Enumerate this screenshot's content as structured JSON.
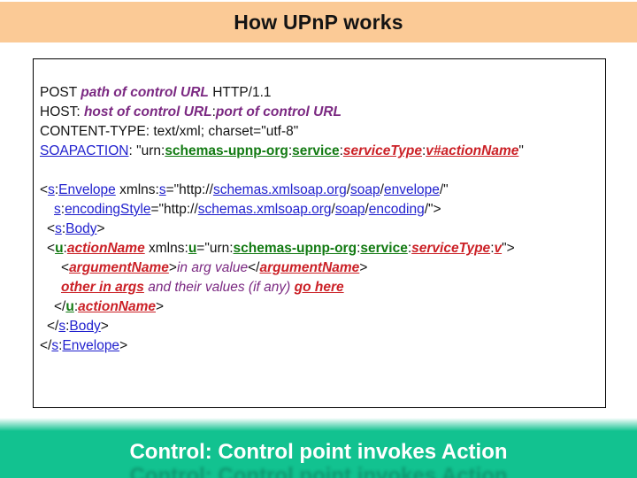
{
  "header": {
    "title": "How UPn­P works"
  },
  "footer": {
    "caption": "Control: Control point invokes Action"
  },
  "colors": {
    "header_bg": "#FBCA96",
    "footer_bg": "#12C290",
    "code_black": "#141414",
    "code_purple": "#7B2982",
    "code_blue": "#2121CE",
    "code_green": "#127A12",
    "code_red": "#CB2026"
  },
  "code": {
    "lines": [
      {
        "indent": 0,
        "segments": [
          {
            "t": "POST ",
            "s": "k"
          },
          {
            "t": "path of control URL",
            "s": "var"
          },
          {
            "t": " HTTP/1.1",
            "s": "k"
          }
        ]
      },
      {
        "indent": 0,
        "segments": [
          {
            "t": "HOST: ",
            "s": "k"
          },
          {
            "t": "host of control URL",
            "s": "var"
          },
          {
            "t": ":",
            "s": "k"
          },
          {
            "t": "port of control URL",
            "s": "var"
          }
        ]
      },
      {
        "indent": 0,
        "segments": [
          {
            "t": "CONTENT-TYPE: text/xml; charset=\"utf-8\"",
            "s": "k"
          }
        ]
      },
      {
        "indent": 0,
        "segments": [
          {
            "t": "SOAPACTION",
            "s": "b"
          },
          {
            "t": ": \"urn:",
            "s": "k"
          },
          {
            "t": "schemas-upnp-org",
            "s": "g"
          },
          {
            "t": ":",
            "s": "k"
          },
          {
            "t": "service",
            "s": "g"
          },
          {
            "t": ":",
            "s": "k"
          },
          {
            "t": "serviceType",
            "s": "r"
          },
          {
            "t": ":",
            "s": "k"
          },
          {
            "t": "v#actionName",
            "s": "r"
          },
          {
            "t": "\"",
            "s": "k"
          }
        ]
      },
      {
        "indent": 0,
        "segments": []
      },
      {
        "indent": 0,
        "segments": [
          {
            "t": "<",
            "s": "k"
          },
          {
            "t": "s",
            "s": "b"
          },
          {
            "t": ":",
            "s": "k"
          },
          {
            "t": "Envelope",
            "s": "b"
          },
          {
            "t": " xmlns:",
            "s": "k"
          },
          {
            "t": "s",
            "s": "b"
          },
          {
            "t": "=\"http://",
            "s": "k"
          },
          {
            "t": "schemas.xmlsoap.org",
            "s": "b"
          },
          {
            "t": "/",
            "s": "k"
          },
          {
            "t": "soap",
            "s": "b"
          },
          {
            "t": "/",
            "s": "k"
          },
          {
            "t": "envelope",
            "s": "b"
          },
          {
            "t": "/\"",
            "s": "k"
          }
        ]
      },
      {
        "indent": 2,
        "segments": [
          {
            "t": "s",
            "s": "b"
          },
          {
            "t": ":",
            "s": "k"
          },
          {
            "t": "encodingStyle",
            "s": "b"
          },
          {
            "t": "=\"http://",
            "s": "k"
          },
          {
            "t": "schemas.xmlsoap.org",
            "s": "b"
          },
          {
            "t": "/",
            "s": "k"
          },
          {
            "t": "soap",
            "s": "b"
          },
          {
            "t": "/",
            "s": "k"
          },
          {
            "t": "encoding",
            "s": "b"
          },
          {
            "t": "/\">",
            "s": "k"
          }
        ]
      },
      {
        "indent": 1,
        "segments": [
          {
            "t": "<",
            "s": "k"
          },
          {
            "t": "s",
            "s": "b"
          },
          {
            "t": ":",
            "s": "k"
          },
          {
            "t": "Body",
            "s": "b"
          },
          {
            "t": ">",
            "s": "k"
          }
        ]
      },
      {
        "indent": 1,
        "segments": [
          {
            "t": "<",
            "s": "k"
          },
          {
            "t": "u",
            "s": "g"
          },
          {
            "t": ":",
            "s": "k"
          },
          {
            "t": "actionName",
            "s": "r"
          },
          {
            "t": " xmlns:",
            "s": "k"
          },
          {
            "t": "u",
            "s": "g"
          },
          {
            "t": "=\"urn:",
            "s": "k"
          },
          {
            "t": "schemas-upnp-org",
            "s": "g"
          },
          {
            "t": ":",
            "s": "k"
          },
          {
            "t": "service",
            "s": "g"
          },
          {
            "t": ":",
            "s": "k"
          },
          {
            "t": "serviceType",
            "s": "r"
          },
          {
            "t": ":",
            "s": "k"
          },
          {
            "t": "v",
            "s": "r"
          },
          {
            "t": "\">",
            "s": "k"
          }
        ]
      },
      {
        "indent": 3,
        "segments": [
          {
            "t": "<",
            "s": "k"
          },
          {
            "t": "argumentName",
            "s": "r"
          },
          {
            "t": ">",
            "s": "k"
          },
          {
            "t": "in arg value",
            "s": "vi"
          },
          {
            "t": "</",
            "s": "k"
          },
          {
            "t": "argumentName",
            "s": "r"
          },
          {
            "t": ">",
            "s": "k"
          }
        ]
      },
      {
        "indent": 3,
        "segments": [
          {
            "t": "other in args",
            "s": "r"
          },
          {
            "t": " and their values (if any) ",
            "s": "vi"
          },
          {
            "t": "go here",
            "s": "r"
          }
        ]
      },
      {
        "indent": 2,
        "segments": [
          {
            "t": "</",
            "s": "k"
          },
          {
            "t": "u",
            "s": "g"
          },
          {
            "t": ":",
            "s": "k"
          },
          {
            "t": "actionName",
            "s": "r"
          },
          {
            "t": ">",
            "s": "k"
          }
        ]
      },
      {
        "indent": 1,
        "segments": [
          {
            "t": "</",
            "s": "k"
          },
          {
            "t": "s",
            "s": "b"
          },
          {
            "t": ":",
            "s": "k"
          },
          {
            "t": "Body",
            "s": "b"
          },
          {
            "t": ">",
            "s": "k"
          }
        ]
      },
      {
        "indent": 0,
        "segments": [
          {
            "t": "</",
            "s": "k"
          },
          {
            "t": "s",
            "s": "b"
          },
          {
            "t": ":",
            "s": "k"
          },
          {
            "t": "Envelope",
            "s": "b"
          },
          {
            "t": ">",
            "s": "k"
          }
        ]
      }
    ]
  }
}
